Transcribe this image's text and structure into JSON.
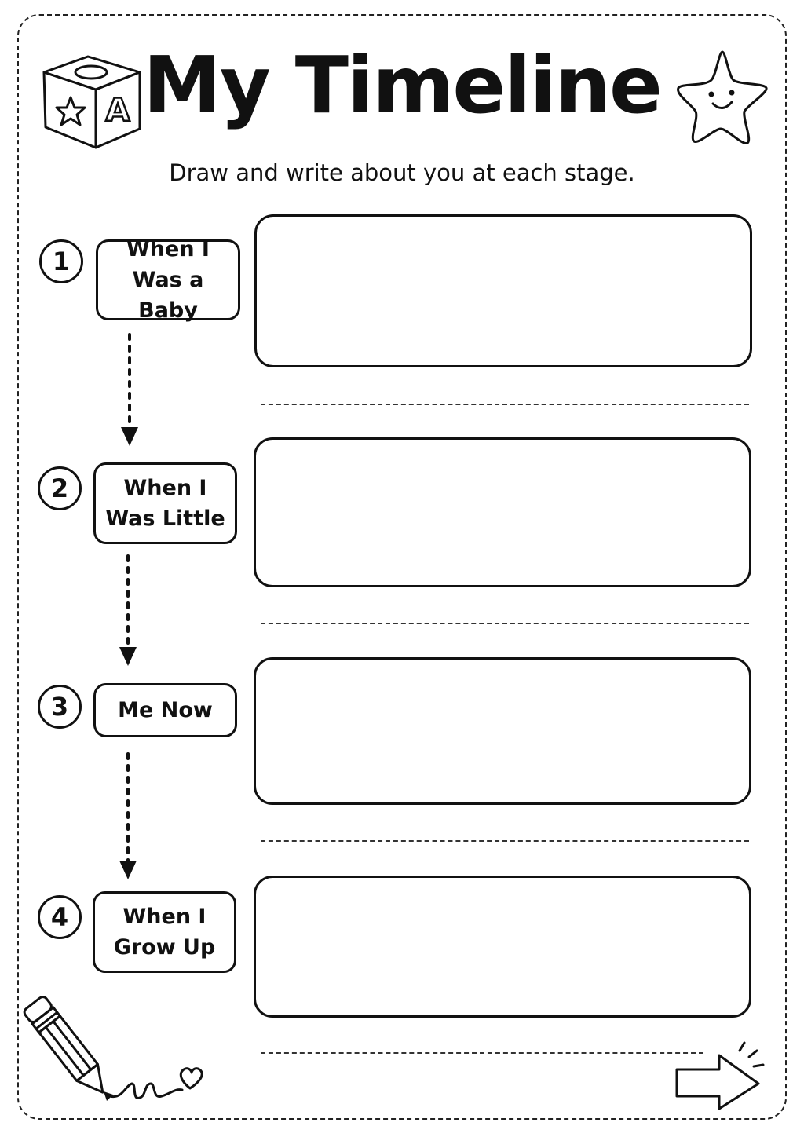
{
  "title": "My Timeline",
  "subtitle": "Draw and write about you at each stage.",
  "stages": [
    {
      "number": "1",
      "label": "When I\nWas a Baby"
    },
    {
      "number": "2",
      "label": "When I\nWas Little"
    },
    {
      "number": "3",
      "label": "Me Now"
    },
    {
      "number": "4",
      "label": "When I\nGrow Up"
    }
  ],
  "decorations": {
    "block_icon": "alphabet-block-icon",
    "block_letter": "A",
    "star_icon": "smiling-star-icon",
    "pencil_icon": "pencil-icon",
    "heart_icon": "heart-icon",
    "arrow_icon": "right-arrow-icon"
  },
  "colors": {
    "ink": "#111111",
    "background": "#ffffff"
  }
}
